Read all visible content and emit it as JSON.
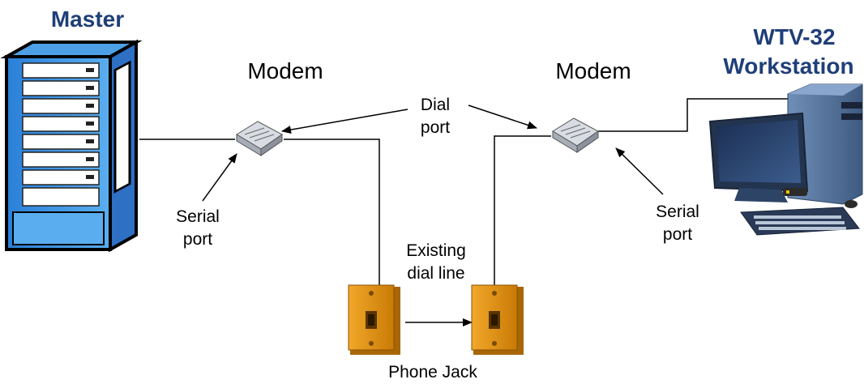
{
  "labels": {
    "master": "Master",
    "workstation_line1": "WTV-32",
    "workstation_line2": "Workstation",
    "modem_left": "Modem",
    "modem_right": "Modem",
    "dial_port_line1": "Dial",
    "dial_port_line2": "port",
    "serial_left_line1": "Serial",
    "serial_left_line2": "port",
    "serial_right_line1": "Serial",
    "serial_right_line2": "port",
    "existing_line1": "Existing",
    "existing_line2": "dial line",
    "phone_jack": "Phone Jack"
  },
  "icons": {
    "server": "server-rack-icon",
    "modem": "modem-icon",
    "jack": "phone-jack-icon",
    "computer": "desktop-computer-icon"
  },
  "colors": {
    "heading": "#1f3f78",
    "server_blue": "#3a8ee6",
    "jack_orange": "#e8950f",
    "line": "#000000"
  }
}
